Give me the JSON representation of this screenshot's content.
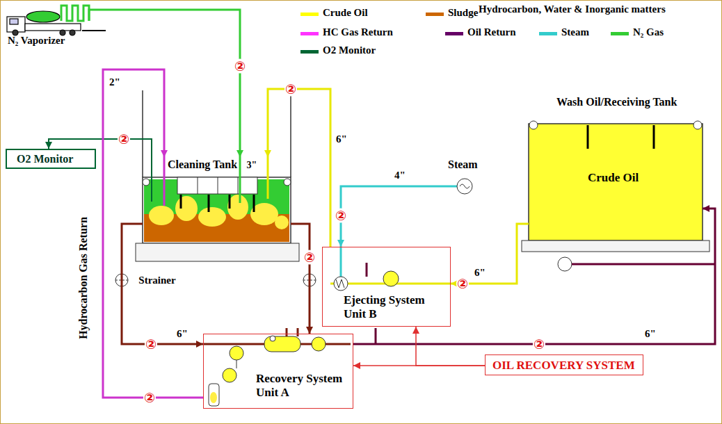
{
  "diagram": {
    "nodes": [
      {
        "text": [
          "N₂ Vaporizer"
        ]
      },
      {
        "text": [
          "Cleaning Tank"
        ]
      },
      {
        "text": [
          "O2 Monitor"
        ]
      },
      {
        "text": [
          "Wash Oil/Receiving Tank",
          "Crude Oil"
        ]
      },
      {
        "text": [
          "Steam"
        ]
      },
      {
        "text": [
          "Ejecting System Unit B"
        ]
      },
      {
        "text": [
          "Recovery System Unit A"
        ]
      },
      {
        "text": [
          "OIL RECOVERY SYSTEM"
        ]
      }
    ],
    "edges": [
      {
        "from": 0,
        "to": 1,
        "arrow": "to"
      },
      {
        "from": 1,
        "to": 2,
        "arrow": "to"
      },
      {
        "from": 1,
        "to": 6,
        "arrow": "to"
      },
      {
        "from": 1,
        "to": 6,
        "arrow": "to"
      },
      {
        "from": 6,
        "to": 1,
        "arrow": "to"
      },
      {
        "from": 5,
        "to": 1,
        "arrow": "to"
      },
      {
        "from": 3,
        "to": 5,
        "arrow": "to"
      },
      {
        "from": 4,
        "to": 5,
        "arrow": "to"
      },
      {
        "from": 6,
        "to": 3,
        "arrow": "to"
      },
      {
        "from": 7,
        "to": 6,
        "arrow": "to"
      },
      {
        "from": 7,
        "to": 5,
        "arrow": "to"
      }
    ],
    "labels": [
      "Hydrocarbon, Water & Inorganic matters",
      "2\"",
      "②",
      "②",
      "②",
      "Strainer",
      "6\"",
      "3\"",
      "4\"",
      "②",
      "②",
      "6\"",
      "②",
      "6\"",
      "②",
      "②",
      "②",
      "6\"",
      "Hydrocarbon Gas Return"
    ],
    "legend": [
      {
        "text": "Crude Oil",
        "color": "#ffff00"
      },
      {
        "text": "Sludge",
        "color": "#cc6600"
      },
      {
        "text": "HC Gas Return",
        "color": "#ff33ff"
      },
      {
        "text": "Oil Return",
        "color": "#660066"
      },
      {
        "text": "Steam",
        "color": "#33cccc"
      },
      {
        "text": "N₂ Gas",
        "color": "#33cc33"
      },
      {
        "text": "O2 Monitor",
        "color": "#006633"
      }
    ]
  }
}
